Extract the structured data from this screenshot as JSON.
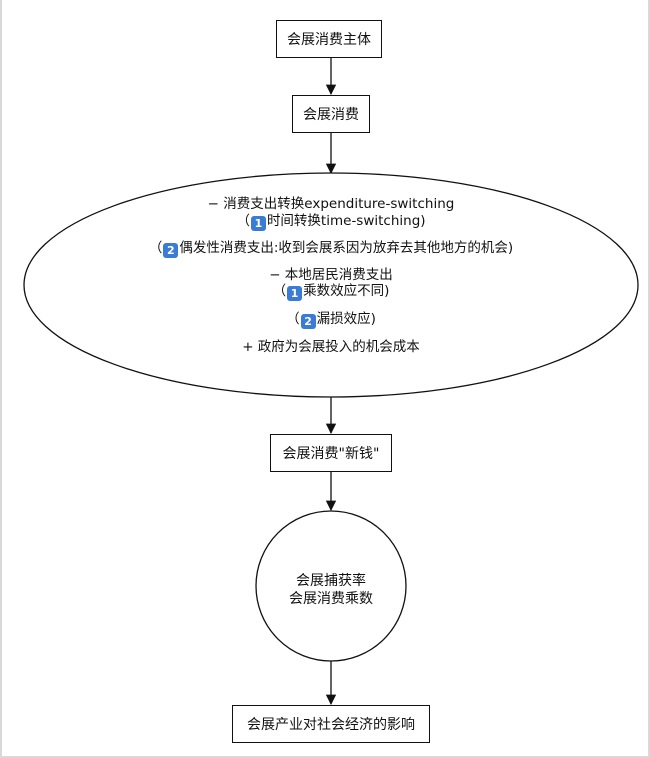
{
  "diagram": {
    "nodes": {
      "subject": "会展消费主体",
      "consumption": "会展消费",
      "new_money": "会展消费\"新钱\"",
      "impact": "会展产业对社会经济的影响"
    },
    "ellipse": {
      "line1": "− 消费支出转换expenditure-switching",
      "line2_open": "（",
      "line2_badge": "1",
      "line2_text": "时间转换time-switching)",
      "line3_open": "（",
      "line3_badge": "2",
      "line3_text": "偶发性消费支出:收到会展系因为放弃去其他地方的机会)",
      "line4": "− 本地居民消费支出",
      "line5_open": "（",
      "line5_badge": "1",
      "line5_text": "乘数效应不同)",
      "line6_open": "（",
      "line6_badge": "2",
      "line6_text": "漏损效应)",
      "line7": "+ 政府为会展投入的机会成本"
    },
    "circle": {
      "line1": "会展捕获率",
      "line2": "会展消费乘数"
    },
    "colors": {
      "stroke": "#111111",
      "badge": "#3a7bd5",
      "frame": "#d9d9d9"
    }
  }
}
